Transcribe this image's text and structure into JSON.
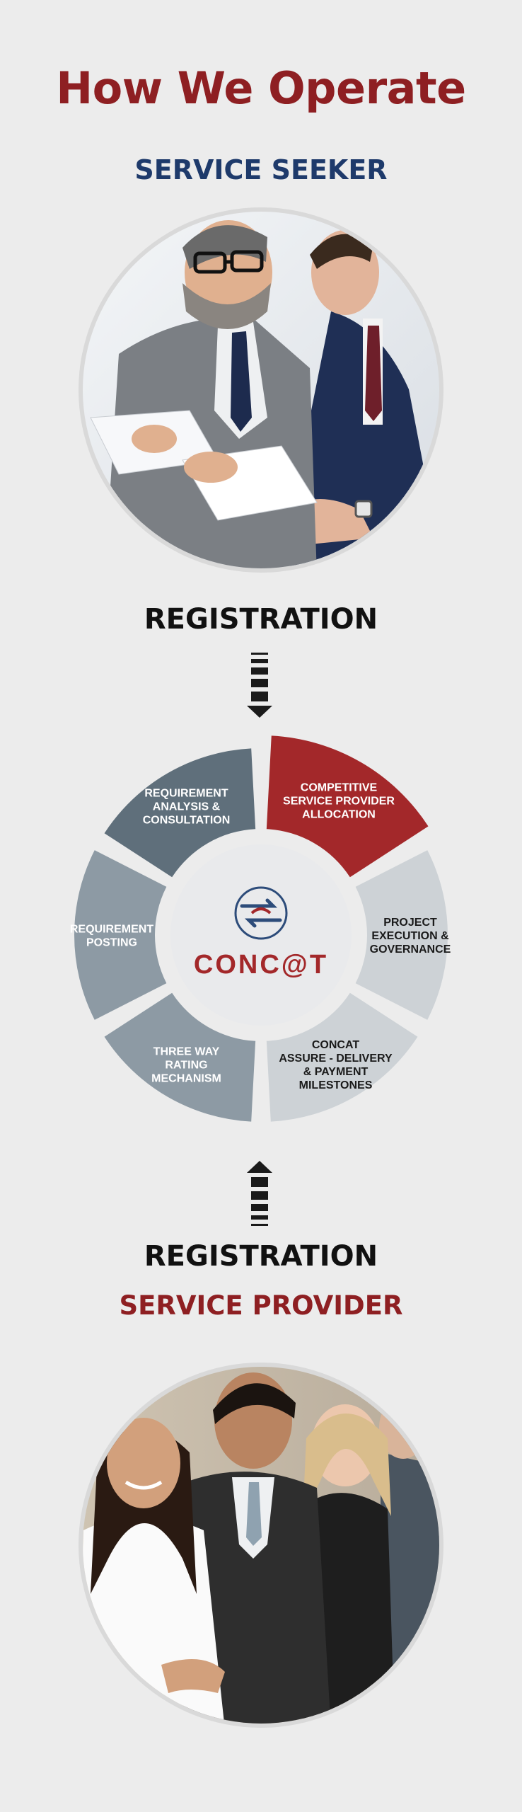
{
  "header": {
    "title": "How We Operate",
    "seeker_label": "SERVICE SEEKER"
  },
  "flow": {
    "registration_top": "REGISTRATION",
    "registration_bottom": "REGISTRATION",
    "provider_label": "SERVICE PROVIDER"
  },
  "wheel": {
    "logo_text": "CONC@T",
    "segments": [
      {
        "lines": [
          "COMPETITIVE",
          "SERVICE PROVIDER",
          "ALLOCATION"
        ]
      },
      {
        "lines": [
          "PROJECT",
          "EXECUTION &",
          "GOVERNANCE"
        ]
      },
      {
        "lines": [
          "CONCAT",
          "ASSURE - DELIVERY",
          "& PAYMENT",
          "MILESTONES"
        ]
      },
      {
        "lines": [
          "THREE WAY",
          "RATING",
          "MECHANISM"
        ]
      },
      {
        "lines": [
          "REQUIREMENT",
          "POSTING"
        ]
      },
      {
        "lines": [
          "REQUIREMENT",
          "ANALYSIS &",
          "CONSULTATION"
        ]
      }
    ],
    "colors": {
      "highlight": "#a3282a",
      "slate_dark": "#5f6f7b",
      "slate_mid": "#8d9aa4",
      "slate_light": "#cdd2d6",
      "center": "#e9eaec"
    }
  }
}
